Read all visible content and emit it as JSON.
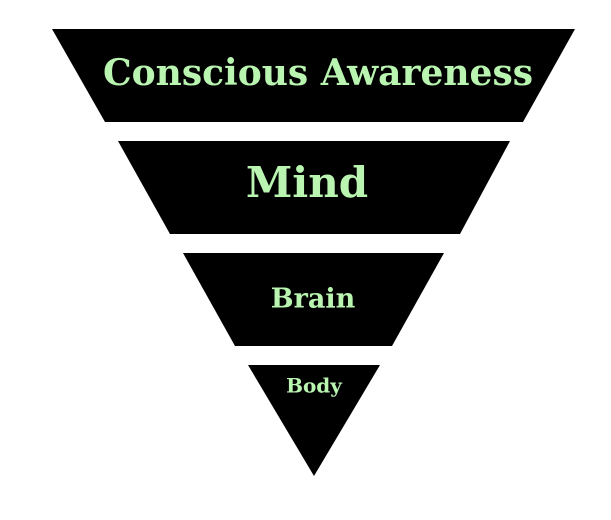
{
  "pyramid": {
    "colors": {
      "fill": "#000000",
      "text": "#b9f5b0",
      "background": "#ffffff"
    },
    "tiers": [
      {
        "label": "Conscious Awareness"
      },
      {
        "label": "Mind"
      },
      {
        "label": "Brain"
      },
      {
        "label": "Body"
      }
    ]
  }
}
